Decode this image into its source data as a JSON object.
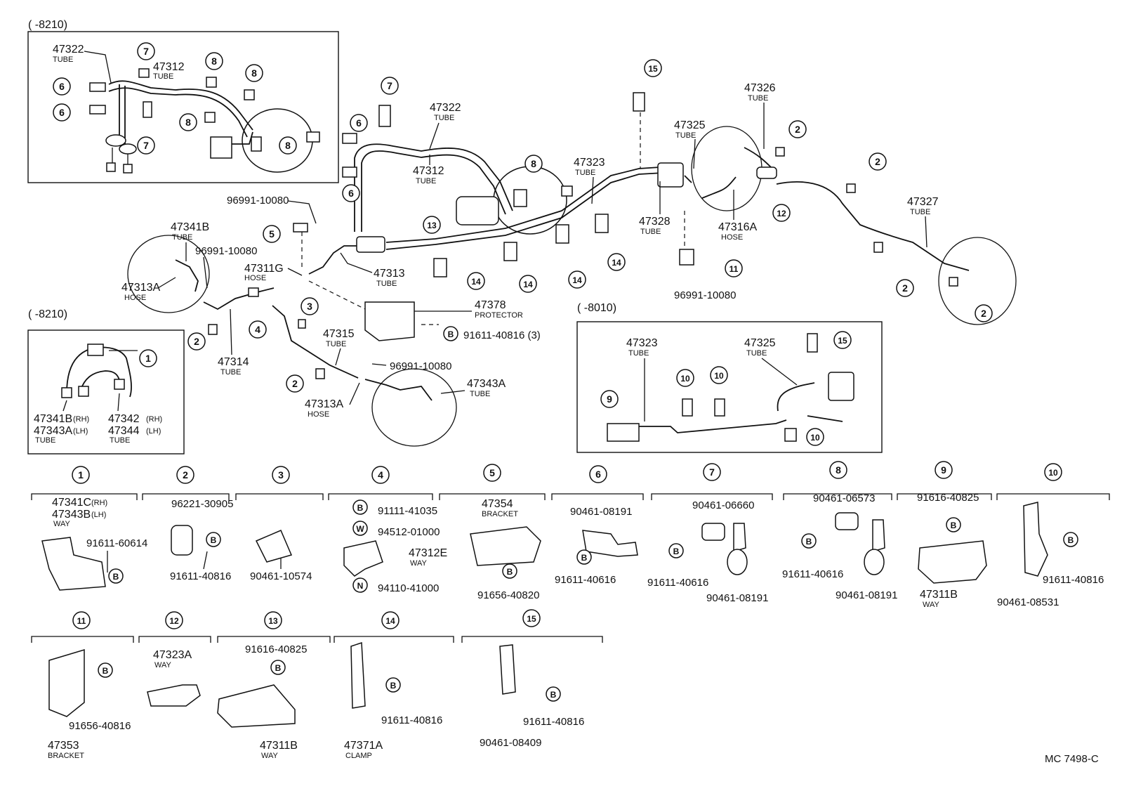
{
  "code": "MC 7498-C",
  "boxes": {
    "top_left": "(    -8210)",
    "mid_left": "(    -8210)",
    "right": "(    -8010)"
  },
  "labels": {
    "tube": "TUBE",
    "hose": "HOSE",
    "way": "WAY",
    "bracket": "BRACKET",
    "protector": "PROTECTOR",
    "clamp": "CLAMP",
    "rh": "(RH)",
    "lh": "(LH)"
  },
  "inset_top": {
    "p47322": "47322",
    "p47312": "47312"
  },
  "main": {
    "p47322": "47322",
    "p47312": "47312",
    "p47323": "47323",
    "p47325": "47325",
    "p47326": "47326",
    "p47327": "47327",
    "p47328": "47328",
    "p47316A": "47316A",
    "p96991_a": "96991-10080",
    "p96991_b": "96991-10080",
    "p96991_c": "96991-10080",
    "p96991_d": "96991-10080",
    "p47341B": "47341B",
    "p47311G": "47311G",
    "p47313": "47313",
    "p47313A_a": "47313A",
    "p47313A_b": "47313A",
    "p47314": "47314",
    "p47315": "47315",
    "p47378": "47378",
    "p91611_3": "91611-40816 (3)",
    "p47343A": "47343A"
  },
  "inset_left": {
    "p47341B": "47341B",
    "p47343A": "47343A",
    "p47342": "47342",
    "p47344": "47344"
  },
  "inset_right": {
    "p47323": "47323",
    "p47325": "47325"
  },
  "legend": {
    "c1": {
      "n": "1",
      "a": "47341C",
      "b": "47343B",
      "c": "91611-60614"
    },
    "c2": {
      "n": "2",
      "a": "96221-30905",
      "b": "91611-40816"
    },
    "c3": {
      "n": "3",
      "a": "90461-10574"
    },
    "c4": {
      "n": "4",
      "a": "91111-41035",
      "b": "94512-01000",
      "c": "47312E",
      "d": "94110-41000"
    },
    "c5": {
      "n": "5",
      "a": "47354",
      "b": "91656-40820"
    },
    "c6": {
      "n": "6",
      "a": "90461-08191",
      "b": "91611-40616"
    },
    "c7": {
      "n": "7",
      "a": "90461-06660",
      "b": "91611-40616",
      "c": "90461-08191"
    },
    "c8": {
      "n": "8",
      "a": "90461-06573",
      "b": "91611-40616",
      "c": "90461-08191"
    },
    "c9": {
      "n": "9",
      "a": "91616-40825",
      "b": "47311B"
    },
    "c10": {
      "n": "10",
      "a": "91611-40816",
      "b": "90461-08531"
    },
    "c11": {
      "n": "11",
      "a": "91656-40816",
      "b": "47353"
    },
    "c12": {
      "n": "12",
      "a": "47323A"
    },
    "c13": {
      "n": "13",
      "a": "91616-40825",
      "b": "47311B"
    },
    "c14": {
      "n": "14",
      "a": "91611-40816",
      "b": "47371A"
    },
    "c15": {
      "n": "15",
      "a": "91611-40816",
      "b": "90461-08409"
    }
  },
  "letters": {
    "b": "B",
    "w": "W",
    "n": "N"
  },
  "callouts": [
    "1",
    "2",
    "3",
    "4",
    "5",
    "6",
    "7",
    "8",
    "9",
    "10",
    "11",
    "12",
    "13",
    "14",
    "15"
  ]
}
